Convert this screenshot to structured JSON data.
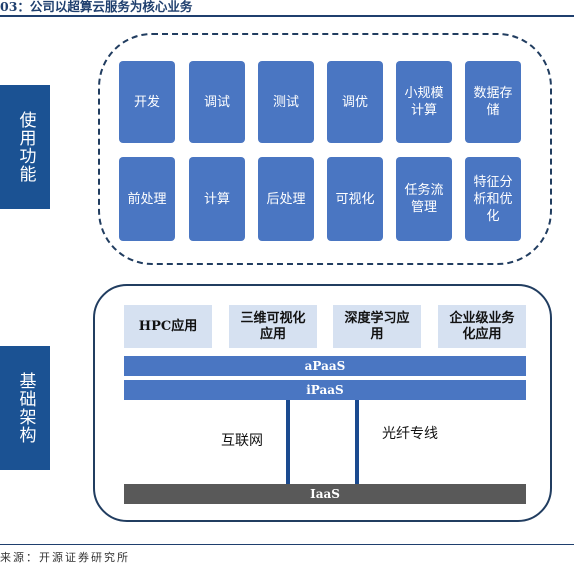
{
  "title": "03：公司以超算云服务为核心业务",
  "side_labels": {
    "usage": "使用功能",
    "infra": "基础架构"
  },
  "function_tiles": [
    [
      "开发",
      "调试",
      "测试",
      "调优",
      "小规模计算",
      "数据存储"
    ],
    [
      "前处理",
      "计算",
      "后处理",
      "可视化",
      "任务流管理",
      "特征分析和优化"
    ]
  ],
  "apps": [
    "HPC应用",
    "三维可视化应用",
    "深度学习应用",
    "企业级业务化应用"
  ],
  "layers": {
    "apaas": "aPaaS",
    "ipaas": "iPaaS",
    "iaas": "IaaS"
  },
  "network": {
    "internet": "互联网",
    "fiber": "光纤专线"
  },
  "colors": {
    "navy": "#1b5293",
    "tile_blue": "#4a76c2",
    "app_light": "#d6e1f1",
    "iaas_gray": "#595959",
    "frame": "#213d60"
  },
  "source": "来源：开源证券研究所"
}
